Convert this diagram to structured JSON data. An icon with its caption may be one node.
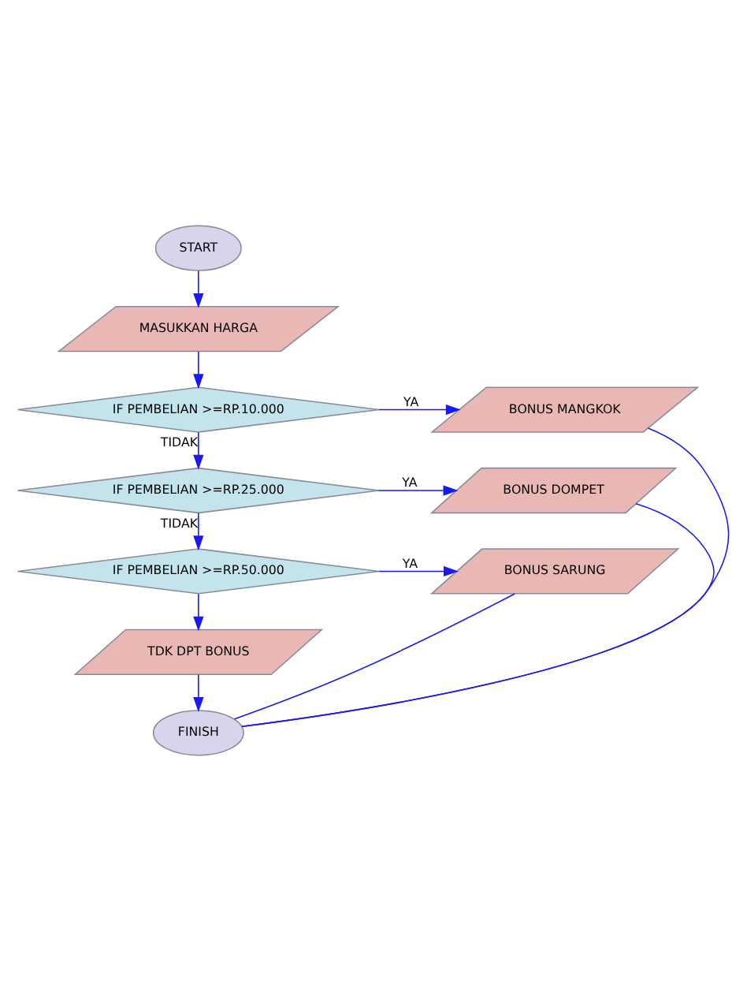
{
  "diagram": {
    "nodes": [
      {
        "text": [
          "START"
        ]
      },
      {
        "text": [
          "MASUKKAN HARGA"
        ]
      },
      {
        "text": [
          "IF PEMBELIAN >=RP.10.000"
        ]
      },
      {
        "text": [
          "BONUS MANGKOK"
        ]
      },
      {
        "text": [
          "IF PEMBELIAN >=RP.25.000"
        ]
      },
      {
        "text": [
          "BONUS DOMPET"
        ]
      },
      {
        "text": [
          "IF PEMBELIAN >=RP.50.000"
        ]
      },
      {
        "text": [
          "BONUS SARUNG"
        ]
      },
      {
        "text": [
          "TDK DPT BONUS"
        ]
      },
      {
        "text": [
          "FINISH"
        ]
      }
    ],
    "edges": [
      {
        "from": 0,
        "to": 1,
        "arrow": "to"
      },
      {
        "from": 1,
        "to": 2,
        "arrow": "to"
      },
      {
        "from": 2,
        "to": 3,
        "arrow": "to",
        "label": "YA"
      },
      {
        "from": 2,
        "to": 4,
        "arrow": "to",
        "label": "TIDAK"
      },
      {
        "from": 4,
        "to": 5,
        "arrow": "to",
        "label": "YA"
      },
      {
        "from": 4,
        "to": 6,
        "arrow": "to",
        "label": "TIDAK"
      },
      {
        "from": 6,
        "to": 7,
        "arrow": "to",
        "label": "YA"
      },
      {
        "from": 6,
        "to": 8,
        "arrow": "to"
      },
      {
        "from": 8,
        "to": 9,
        "arrow": "to"
      },
      {
        "from": 3,
        "to": 9,
        "arrow": "none"
      },
      {
        "from": 5,
        "to": 9,
        "arrow": "none"
      },
      {
        "from": 7,
        "to": 9,
        "arrow": "none"
      }
    ]
  }
}
